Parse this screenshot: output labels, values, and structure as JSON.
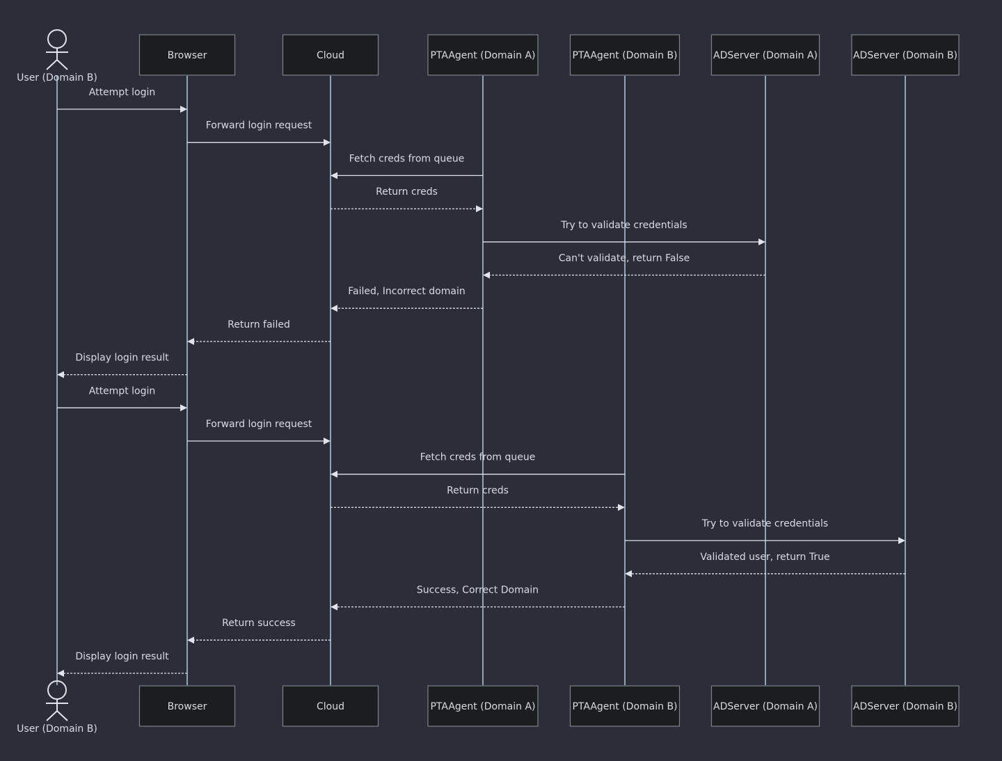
{
  "participants": [
    {
      "id": "user",
      "label": "User (Domain B)",
      "kind": "actor"
    },
    {
      "id": "browser",
      "label": "Browser",
      "kind": "box"
    },
    {
      "id": "cloud",
      "label": "Cloud",
      "kind": "box"
    },
    {
      "id": "pta_a",
      "label": "PTAAgent (Domain A)",
      "kind": "box"
    },
    {
      "id": "pta_b",
      "label": "PTAAgent (Domain B)",
      "kind": "box"
    },
    {
      "id": "ad_a",
      "label": "ADServer (Domain A)",
      "kind": "box"
    },
    {
      "id": "ad_b",
      "label": "ADServer (Domain B)",
      "kind": "box"
    }
  ],
  "messages": [
    {
      "from": "user",
      "to": "browser",
      "label": "Attempt login",
      "style": "solid"
    },
    {
      "from": "browser",
      "to": "cloud",
      "label": "Forward login request",
      "style": "solid"
    },
    {
      "from": "pta_a",
      "to": "cloud",
      "label": "Fetch creds from queue",
      "style": "solid"
    },
    {
      "from": "cloud",
      "to": "pta_a",
      "label": "Return creds",
      "style": "dashed"
    },
    {
      "from": "pta_a",
      "to": "ad_a",
      "label": "Try to validate credentials",
      "style": "solid"
    },
    {
      "from": "ad_a",
      "to": "pta_a",
      "label": "Can't validate, return False",
      "style": "dashed"
    },
    {
      "from": "pta_a",
      "to": "cloud",
      "label": "Failed, Incorrect domain",
      "style": "dashed"
    },
    {
      "from": "cloud",
      "to": "browser",
      "label": "Return failed",
      "style": "dashed"
    },
    {
      "from": "browser",
      "to": "user",
      "label": "Display login result",
      "style": "dashed"
    },
    {
      "from": "user",
      "to": "browser",
      "label": "Attempt login",
      "style": "solid"
    },
    {
      "from": "browser",
      "to": "cloud",
      "label": "Forward login request",
      "style": "solid"
    },
    {
      "from": "pta_b",
      "to": "cloud",
      "label": "Fetch creds from queue",
      "style": "solid"
    },
    {
      "from": "cloud",
      "to": "pta_b",
      "label": "Return creds",
      "style": "dashed"
    },
    {
      "from": "pta_b",
      "to": "ad_b",
      "label": "Try to validate credentials",
      "style": "solid"
    },
    {
      "from": "ad_b",
      "to": "pta_b",
      "label": "Validated user, return True",
      "style": "dashed"
    },
    {
      "from": "pta_b",
      "to": "cloud",
      "label": "Success, Correct Domain",
      "style": "dashed"
    },
    {
      "from": "cloud",
      "to": "browser",
      "label": "Return success",
      "style": "dashed"
    },
    {
      "from": "browser",
      "to": "user",
      "label": "Display login result",
      "style": "dashed"
    }
  ],
  "colors": {
    "background": "#2b2e38",
    "box_fill": "#1c1d21",
    "lifeline": "#a9c2dd",
    "arrow": "#dfe3ea",
    "text": "#d8dbe2"
  }
}
